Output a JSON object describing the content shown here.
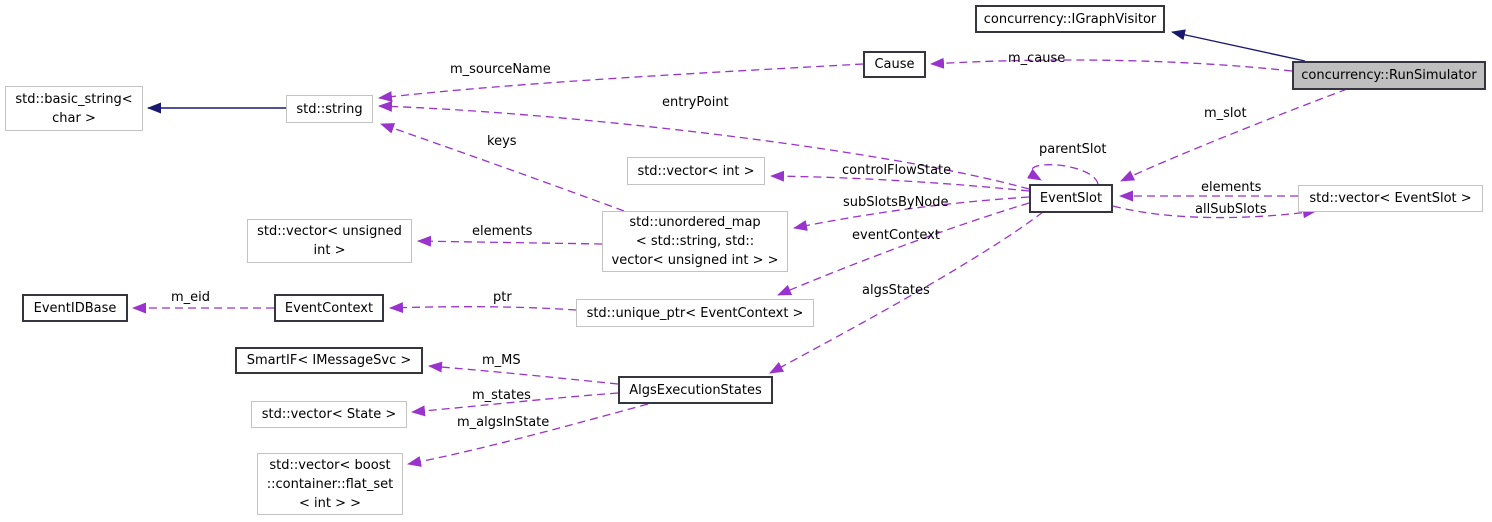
{
  "diagram": {
    "kind": "collaboration-graph",
    "colors": {
      "usage_arrow": "#9a32cd",
      "inheritance_arrow": "#191970",
      "main_node_fill": "#bfbfbf",
      "linked_node_border": "#35353f",
      "plain_node_border": "#c3c3c3"
    }
  },
  "nodes": [
    {
      "id": "igraphvisitor",
      "label": "concurrency::IGraphVisitor",
      "linked": true
    },
    {
      "id": "runsimulator",
      "label": "concurrency::RunSimulator",
      "linked": true,
      "main": true
    },
    {
      "id": "cause",
      "label": "Cause",
      "linked": true
    },
    {
      "id": "basic-string",
      "label": "std::basic_string<\nchar >",
      "linked": false
    },
    {
      "id": "std-string",
      "label": "std::string",
      "linked": false
    },
    {
      "id": "vector-int",
      "label": "std::vector< int >",
      "linked": false
    },
    {
      "id": "unordered-map",
      "label": "std::unordered_map\n< std::string, std::\nvector< unsigned int > >",
      "linked": false
    },
    {
      "id": "vector-unsigned-int",
      "label": "std::vector< unsigned\nint >",
      "linked": false
    },
    {
      "id": "eventidbase",
      "label": "EventIDBase",
      "linked": true
    },
    {
      "id": "eventcontext",
      "label": "EventContext",
      "linked": true
    },
    {
      "id": "unique-ptr",
      "label": "std::unique_ptr< EventContext >",
      "linked": false
    },
    {
      "id": "smartif",
      "label": "SmartIF< IMessageSvc >",
      "linked": true
    },
    {
      "id": "algsexecutionstates",
      "label": "AlgsExecutionStates",
      "linked": true
    },
    {
      "id": "vector-state",
      "label": "std::vector< State >",
      "linked": false
    },
    {
      "id": "vector-boost",
      "label": "std::vector< boost\n::container::flat_set\n< int > >",
      "linked": false
    },
    {
      "id": "eventslot",
      "label": "EventSlot",
      "linked": true
    },
    {
      "id": "vector-eventslot",
      "label": "std::vector< EventSlot >",
      "linked": false
    }
  ],
  "edges": [
    {
      "from": "concurrency::RunSimulator",
      "to": "Cause",
      "label": "m_cause",
      "type": "usage"
    },
    {
      "from": "Cause",
      "to": "std::string",
      "label": "m_sourceName",
      "type": "usage"
    },
    {
      "from": "EventSlot",
      "to": "std::string",
      "label": "entryPoint",
      "type": "usage"
    },
    {
      "from": "std::unordered_map",
      "to": "std::string",
      "label": "keys",
      "type": "usage"
    },
    {
      "from": "EventSlot",
      "to": "std::vector< int >",
      "label": "controlFlowState",
      "type": "usage"
    },
    {
      "from": "EventSlot",
      "to": "std::unordered_map",
      "label": "subSlotsByNode",
      "type": "usage"
    },
    {
      "from": "std::unordered_map",
      "to": "std::vector< unsigned int >",
      "label": "elements",
      "type": "usage"
    },
    {
      "from": "EventSlot",
      "to": "EventSlot",
      "label": "parentSlot",
      "type": "usage"
    },
    {
      "from": "concurrency::RunSimulator",
      "to": "EventSlot",
      "label": "m_slot",
      "type": "usage"
    },
    {
      "from": "std::vector< EventSlot >",
      "to": "EventSlot",
      "label": "elements",
      "type": "usage"
    },
    {
      "from": "EventSlot",
      "to": "std::vector< EventSlot >",
      "label": "allSubSlots",
      "type": "usage"
    },
    {
      "from": "EventSlot",
      "to": "std::unique_ptr< EventContext >",
      "label": "eventContext",
      "type": "usage"
    },
    {
      "from": "std::unique_ptr< EventContext >",
      "to": "EventContext",
      "label": "ptr",
      "type": "usage"
    },
    {
      "from": "EventContext",
      "to": "EventIDBase",
      "label": "m_eid",
      "type": "usage"
    },
    {
      "from": "EventSlot",
      "to": "AlgsExecutionStates",
      "label": "algsStates",
      "type": "usage"
    },
    {
      "from": "AlgsExecutionStates",
      "to": "SmartIF< IMessageSvc >",
      "label": "m_MS",
      "type": "usage"
    },
    {
      "from": "AlgsExecutionStates",
      "to": "std::vector< State >",
      "label": "m_states",
      "type": "usage"
    },
    {
      "from": "AlgsExecutionStates",
      "to": "std::vector< boost::container::flat_set< int > >",
      "label": "m_algsInState",
      "type": "usage"
    },
    {
      "from": "concurrency::RunSimulator",
      "to": "concurrency::IGraphVisitor",
      "label": "",
      "type": "inheritance"
    },
    {
      "from": "std::string",
      "to": "std::basic_string< char >",
      "label": "",
      "type": "inheritance"
    }
  ]
}
